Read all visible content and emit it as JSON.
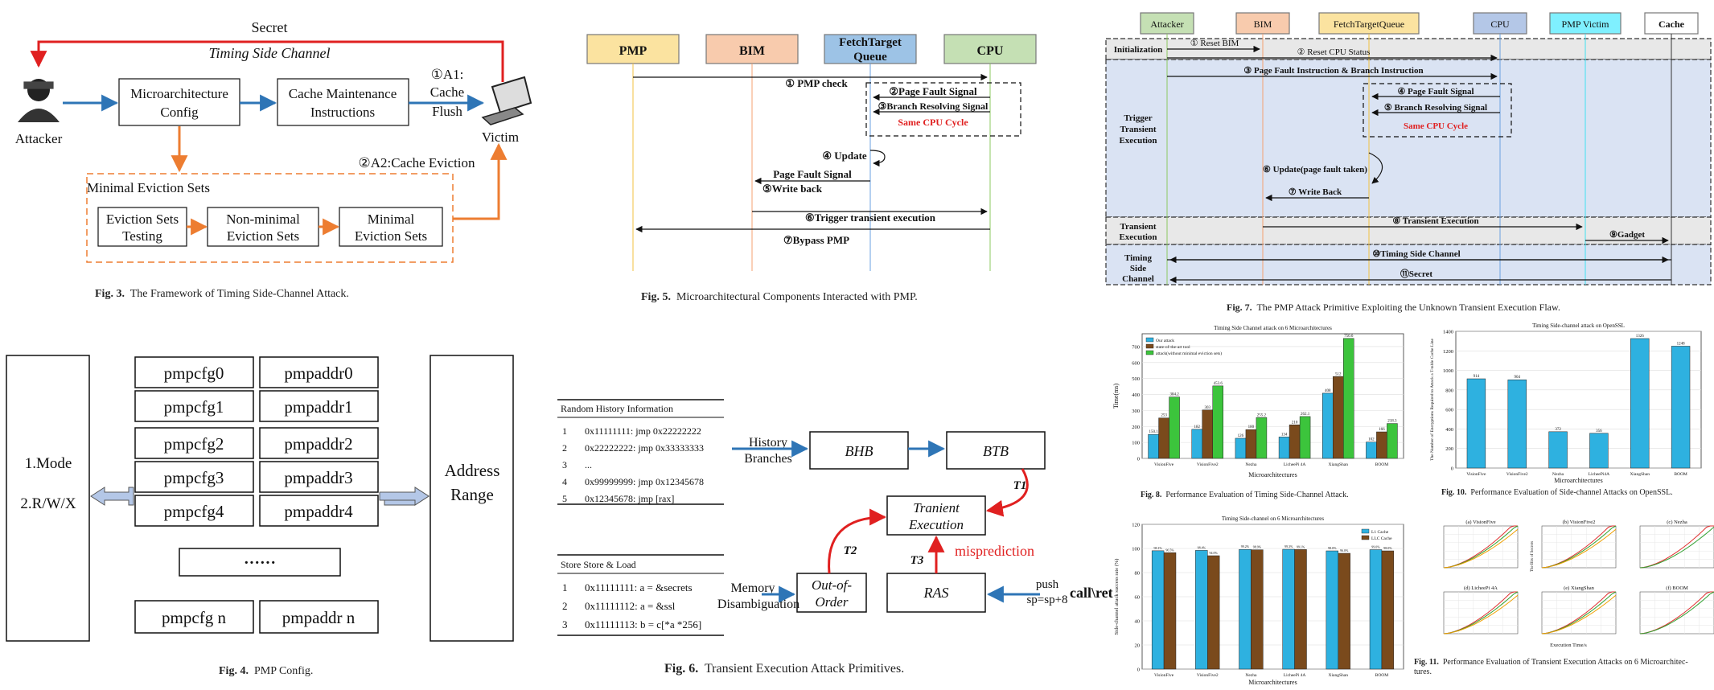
{
  "fig3": {
    "secret": "Secret",
    "timing_channel": "Timing Side Channel",
    "attacker": "Attacker",
    "victim": "Victim",
    "micro_config": [
      "Microarchitecture",
      "Config"
    ],
    "cache_maint": [
      "Cache Maintenance",
      "Instructions"
    ],
    "a1": [
      "①A1:",
      "Cache",
      "Flush"
    ],
    "a2": "②A2:Cache Eviction",
    "min_sets_title": "Minimal Eviction Sets",
    "box1": [
      "Eviction Sets",
      "Testing"
    ],
    "box2": [
      "Non-minimal",
      "Eviction Sets"
    ],
    "box3": [
      "Minimal",
      "Eviction Sets"
    ],
    "caption_label": "Fig. 3.",
    "caption_text": "The Framework of Timing Side-Channel Attack."
  },
  "fig4": {
    "left": [
      "1.Mode",
      "2.R/W/X"
    ],
    "right": [
      "Address",
      "Range"
    ],
    "cfg": [
      "pmpcfg0",
      "pmpcfg1",
      "pmpcfg2",
      "pmpcfg3",
      "pmpcfg4"
    ],
    "addr": [
      "pmpaddr0",
      "pmpaddr1",
      "pmpaddr2",
      "pmpaddr3",
      "pmpaddr4"
    ],
    "dots": "······",
    "cfg_n": "pmpcfg n",
    "addr_n": "pmpaddr n",
    "caption_label": "Fig. 4.",
    "caption_text": "PMP Config."
  },
  "fig5": {
    "headers": [
      "PMP",
      "BIM",
      "FetchTarget Queue",
      "CPU"
    ],
    "header_colors": [
      "#fbe3a0",
      "#f8cbad",
      "#9dc3e6",
      "#c5e0b4"
    ],
    "msgs": [
      "① PMP check",
      "②Page Fault Signal",
      "③Branch Resolving Signal",
      "Same CPU Cycle",
      "④ Update",
      "Page Fault Signal",
      "⑤Write back",
      "⑥Trigger transient execution",
      "⑦Bypass PMP"
    ],
    "caption_label": "Fig. 5.",
    "caption_text": "Microarchitectural Components Interacted with PMP."
  },
  "fig6": {
    "table1_title": "Random History Information",
    "table1_rows": [
      [
        "1",
        "0x11111111: jmp 0x22222222"
      ],
      [
        "2",
        "0x22222222: jmp 0x33333333"
      ],
      [
        "3",
        "..."
      ],
      [
        "4",
        "0x99999999: jmp 0x12345678"
      ],
      [
        "5",
        "0x12345678: jmp [rax]"
      ]
    ],
    "table2_title": "Store Store & Load",
    "table2_rows": [
      [
        "1",
        "0x11111111: a = &secrets"
      ],
      [
        "2",
        "0x11111112: a = &ssl"
      ],
      [
        "3",
        "0x11111113: b = c[*a *256]"
      ]
    ],
    "history": [
      "History",
      "Branches"
    ],
    "bhb": "BHB",
    "btb": "BTB",
    "transient": [
      "Tranient",
      "Execution"
    ],
    "t1": "T1",
    "t2": "T2",
    "t3": "T3",
    "misprediction": "misprediction",
    "memory": [
      "Memory",
      "Disambiguation"
    ],
    "ooo": [
      "Out-of-",
      "Order"
    ],
    "ras": "RAS",
    "push": [
      "push",
      "sp=sp+8"
    ],
    "callret": "call\\ret",
    "caption_label": "Fig. 6.",
    "caption_text": "Transient Execution Attack Primitives."
  },
  "fig7": {
    "headers": [
      "Attacker",
      "BIM",
      "FetchTargetQueue",
      "CPU",
      "PMP Victim",
      "Cache"
    ],
    "header_colors": [
      "#c5e0b4",
      "#f8cbad",
      "#fbe3a0",
      "#b4c7e7",
      "#7ff0ff",
      "#ffffff"
    ],
    "bands": [
      "Initialization",
      "Trigger Transient Execution",
      "Transient Execution",
      "Timing Side Channel"
    ],
    "msgs": [
      "① Reset BIM",
      "② Reset CPU Status",
      "③ Page Fault Instruction & Branch Instruction",
      "④ Page Fault Signal",
      "⑤ Branch Resolving Signal",
      "Same CPU Cycle",
      "⑥ Update(page fault taken)",
      "⑦ Write Back",
      "⑧ Transient Execution",
      "⑨Gadget",
      "⑩Timing Side Channel",
      "⑪Secret"
    ],
    "caption_label": "Fig. 7.",
    "caption_text": "The PMP Attack Primitive Exploiting the Unknown Transient Execution Flaw."
  },
  "fig8": {
    "caption_label": "Fig. 8.",
    "caption_text": "Performance Evaluation of Timing Side-Channel Attack.",
    "chart_data": {
      "type": "bar",
      "title": "Timing Side Channel attack on 6 Microarchitectures",
      "xlabel": "Microarchitectures",
      "ylabel": "Time(ms)",
      "ylim": [
        0,
        780
      ],
      "yticks": [
        0,
        100,
        200,
        300,
        400,
        500,
        600,
        700
      ],
      "categories": [
        "VisionFive",
        "VisionFive2",
        "Nezha",
        "LicheePi 4A",
        "XiangShan",
        "BOOM"
      ],
      "series": [
        {
          "name": "Our attack",
          "values": [
            150.1,
            182,
            126,
            134,
            408,
            102
          ],
          "labels": [
            "150.1",
            "182",
            "126",
            "134",
            "408",
            "102"
          ],
          "color": "#2eb1e0"
        },
        {
          "name": "state-of-the-art tool",
          "values": [
            253,
            303,
            180,
            210,
            512,
            166
          ],
          "labels": [
            "253",
            "303",
            "180",
            "210",
            "512",
            "166"
          ],
          "color": "#7a4a1c"
        },
        {
          "name": "attack(without minimal eviction sets)",
          "values": [
            384.2,
            453.6,
            255.2,
            262.1,
            750.6,
            218.3
          ],
          "labels": [
            "384.2",
            "453.6",
            "255.2",
            "262.1",
            "750.6",
            "218.3"
          ],
          "color": "#3cc43c"
        }
      ],
      "legend": "top-left"
    }
  },
  "fig9": {
    "chart_data": {
      "type": "bar",
      "title": "Timing Side-channel on 6 Microarchitectures",
      "xlabel": "Microarchitectures",
      "ylabel": "Side-channel attack success rate (%)",
      "ylim": [
        0,
        120
      ],
      "yticks": [
        0,
        20,
        40,
        60,
        80,
        100,
        120
      ],
      "categories": [
        "VisionFive",
        "VisionFive2",
        "Nezha",
        "LicheePi 4A",
        "XiangShan",
        "BOOM"
      ],
      "series": [
        {
          "name": "L1 Cache",
          "values": [
            98.1,
            98.4,
            99.2,
            99.3,
            98.0,
            99.0
          ],
          "color": "#2eb1e0"
        },
        {
          "name": "LLC Cache",
          "values": [
            96.5,
            94.0,
            98.9,
            99.1,
            96.0,
            98.0
          ],
          "color": "#7a4a1c"
        }
      ],
      "legend": "top-right"
    }
  },
  "fig10": {
    "caption_label": "Fig. 10.",
    "caption_text": "Performance Evaluation of Side-channel Attacks on OpenSSL.",
    "chart_data": {
      "type": "bar",
      "title": "Timing Side-channel attack on OpenSSL",
      "xlabel": "Microarchitectures",
      "ylabel": "The Number of Encryptions Required to Attack a T-table Cache Line",
      "ylim": [
        0,
        1400
      ],
      "yticks": [
        0,
        200,
        400,
        600,
        800,
        1000,
        1200,
        1400
      ],
      "categories": [
        "VisionFive",
        "VisionFive2",
        "Nezha",
        "LicheePi4A",
        "XiangShan",
        "BOOM"
      ],
      "values": [
        914,
        904,
        372,
        356,
        1326,
        1248
      ],
      "labels": [
        "914",
        "904",
        "372",
        "356",
        "1326",
        "1248"
      ],
      "color": "#2eb1e0"
    }
  },
  "fig11": {
    "caption_label": "Fig. 11.",
    "caption_lines": [
      "Performance Evaluation of Transient Execution Attacks on 6 Microarchitec-",
      "tures."
    ],
    "chart_data": {
      "type": "line",
      "xlabel": "Execution Time/s",
      "ylabel": "The Bits of Secrets",
      "subplots": [
        {
          "title": "(a) VisionFive",
          "curves": [
            1.0,
            0.9,
            0.8
          ]
        },
        {
          "title": "(b) VisionFive2",
          "curves": [
            1.0,
            0.9,
            0.8
          ]
        },
        {
          "title": "(c) Nezha",
          "curves": [
            1.0,
            0.85
          ]
        },
        {
          "title": "(d) LicheePi 4A",
          "curves": [
            1.0,
            0.9,
            0.8
          ]
        },
        {
          "title": "(e) XiangShan",
          "curves": [
            1.0,
            0.9,
            0.8
          ]
        },
        {
          "title": "(f) BOOM",
          "curves": [
            1.0,
            0.9
          ]
        }
      ],
      "colors": [
        "#e03030",
        "#30a030",
        "#f0a000"
      ]
    }
  }
}
